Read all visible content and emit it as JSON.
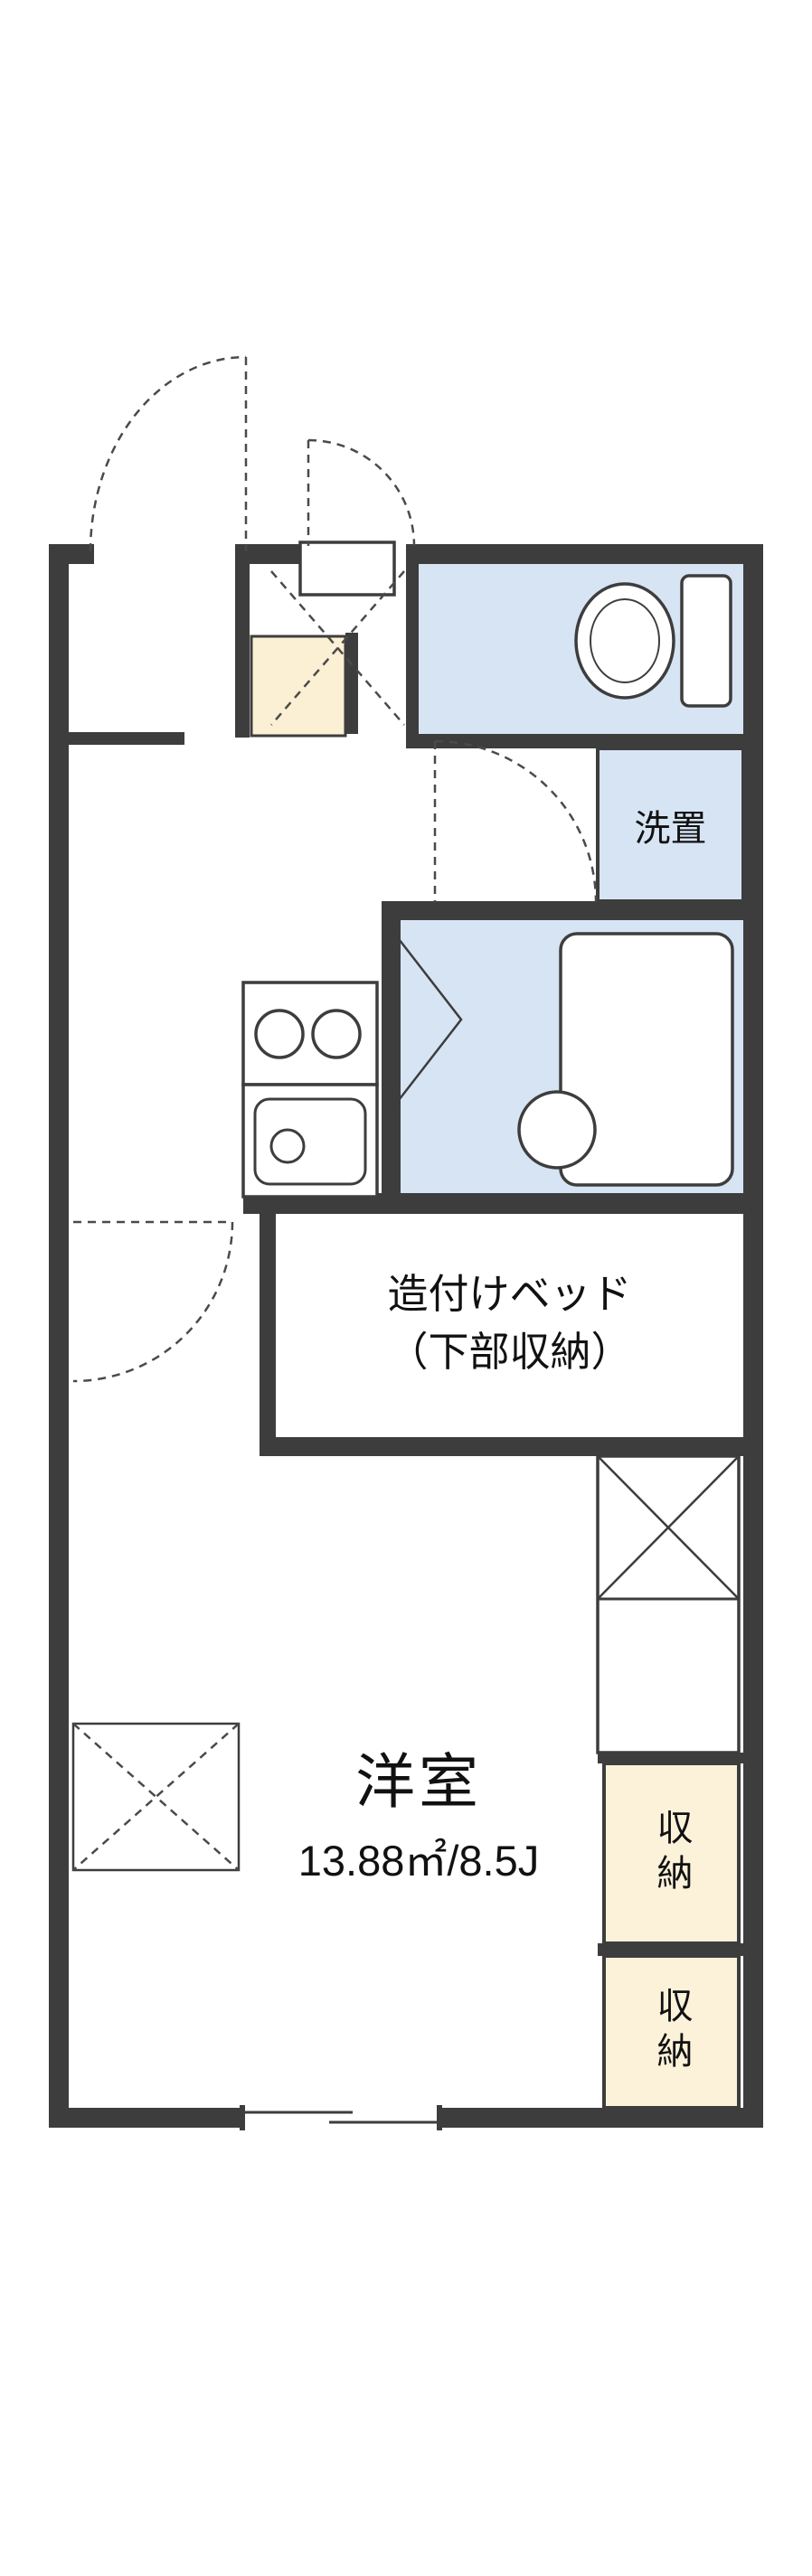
{
  "plan": {
    "rooms": {
      "main": {
        "name": "洋室",
        "size": "13.88㎡/8.5J"
      },
      "bed": {
        "line1": "造付けベッド",
        "line2": "（下部収納）"
      },
      "washer": {
        "label": "洗置"
      },
      "storage_upper": {
        "label": "収納"
      },
      "storage_lower": {
        "label": "収納"
      }
    },
    "colors": {
      "wall": "#3d3d3d",
      "wet_area": "#d7e4f4",
      "genkan_floor": "#fbefd4",
      "storage_fill": "#fcf2da",
      "line": "#3d3d3d",
      "dashed": "#4a4a4a",
      "text": "#111111",
      "background": "#ffffff"
    }
  }
}
